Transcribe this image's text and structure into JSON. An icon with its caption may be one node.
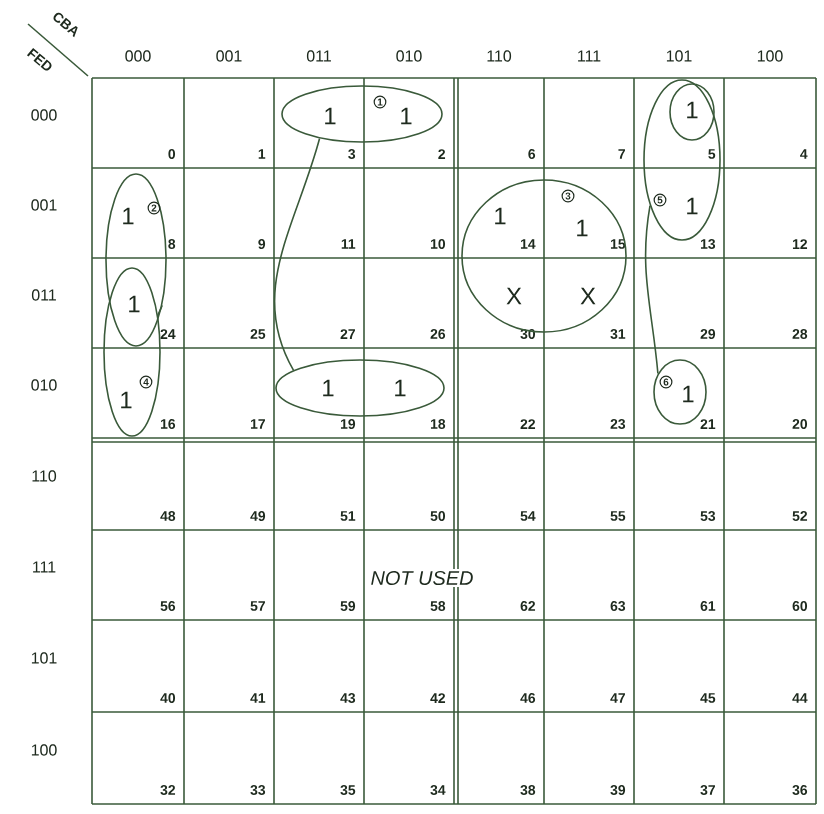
{
  "diagram": {
    "nodes": [
      {
        "text": [
          "1",
          "1",
          "1"
        ]
      },
      {
        "text": [
          "5",
          "1"
        ]
      },
      {
        "text": [
          "1"
        ],
        "in": 1
      },
      {
        "text": [
          "1",
          "3",
          "1",
          "X",
          "X"
        ]
      },
      {
        "text": [
          "1",
          "2"
        ]
      },
      {
        "text": [
          "1",
          "4"
        ]
      },
      {
        "text": [
          "1",
          "1"
        ]
      },
      {
        "text": [
          "6",
          "1"
        ]
      }
    ],
    "edges": [
      {
        "from": 0,
        "to": 6,
        "arrow": "none"
      },
      {
        "from": 1,
        "to": 7,
        "arrow": "none"
      },
      {
        "from": 4,
        "to": 5,
        "arrow": "none"
      }
    ],
    "labels": [
      "CBA",
      "FED",
      "000",
      "001",
      "011",
      "010",
      "110",
      "111",
      "101",
      "100",
      "000",
      "001",
      "011",
      "010",
      "110",
      "111",
      "101",
      "100",
      "0",
      "1",
      "3",
      "2",
      "6",
      "7",
      "5",
      "4",
      "8",
      "9",
      "11",
      "10",
      "14",
      "15",
      "13",
      "12",
      "24",
      "25",
      "27",
      "26",
      "30",
      "31",
      "29",
      "28",
      "16",
      "17",
      "19",
      "18",
      "22",
      "23",
      "21",
      "20",
      "48",
      "49",
      "51",
      "50",
      "54",
      "55",
      "53",
      "52",
      "56",
      "57",
      "59",
      "58",
      "62",
      "63",
      "61",
      "60",
      "40",
      "41",
      "43",
      "42",
      "46",
      "47",
      "45",
      "44",
      "32",
      "33",
      "35",
      "34",
      "38",
      "39",
      "37",
      "36",
      "1",
      "NOT USED"
    ]
  }
}
